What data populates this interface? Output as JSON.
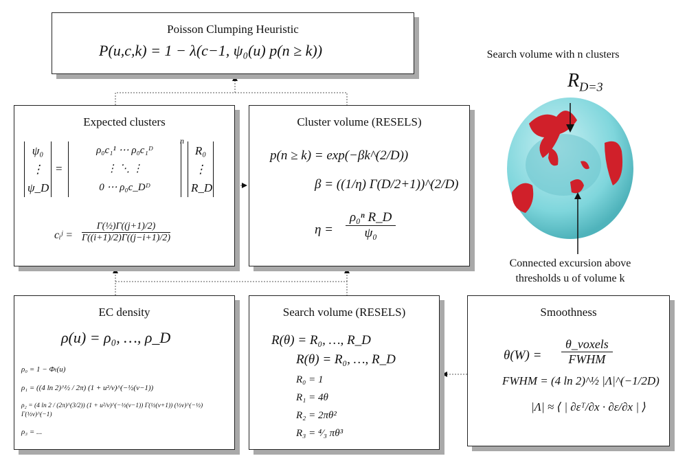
{
  "top_box": {
    "title": "Poisson Clumping Heuristic",
    "formula": "P(u,c,k) = 1 − λ(c−1, ψ₀(u) p(n ≥ k))"
  },
  "expected_clusters": {
    "title": "Expected clusters",
    "matrix_lhs": [
      "ψ₀",
      "⋮",
      "ψ_D"
    ],
    "matrix_mid": [
      "ρ₀c₁¹   ⋯   ρ₀c₁ᴰ",
      "⋮        ⋱       ⋮",
      "0        ⋯   ρ₀c_Dᴰ"
    ],
    "matrix_exp": "n",
    "matrix_rhs": [
      "R₀",
      "⋮",
      "R_D"
    ],
    "coef_lhs": "cᵢʲ =",
    "coef_num": "Γ(½)Γ((j+1)/2)",
    "coef_den": "Γ((i+1)/2)Γ((j−i+1)/2)"
  },
  "cluster_volume": {
    "title": "Cluster volume (RESELS)",
    "f1": "p(n ≥ k) = exp(−βk^(2/D))",
    "f2": "β = ((1/η) Γ(D/2+1))^(2/D)",
    "f3_lhs": "η =",
    "f3_num": "ρ₀ⁿ R_D",
    "f3_den": "ψ₀"
  },
  "ec_density": {
    "title": "EC density",
    "main": "ρ(u) = ρ₀, …, ρ_D",
    "rows": [
      "ρ₀ = 1 − Φₜ(u)",
      "ρ₁ = ((4 ln 2)^½ / 2π) (1 + u²/ν)^(−½(ν−1))",
      "ρ₂ = (4 ln 2 / (2π)^(3/2)) (1 + u²/ν)^(−½(ν−1)) Γ(½(ν+1)) (½ν)^(−½) Γ(½ν)^(−1)",
      "ρ₃ = ..."
    ]
  },
  "search_volume": {
    "title": "Search volume (RESELS)",
    "main1": "R(θ) = R₀, …, R_D",
    "main2": "R(θ) = R₀, …, R_D",
    "rows": [
      "R₀ = 1",
      "R₁ = 4θ",
      "R₂ = 2πθ²",
      "R₃ = ⁴⁄₃ πθ³"
    ]
  },
  "smoothness": {
    "title": "Smoothness",
    "f1_lhs": "θ(W) =",
    "f1_num": "θ_voxels",
    "f1_den": "FWHM",
    "f2": "FWHM = (4 ln 2)^½ |Λ|^(−1/2D)",
    "f3": "|Λ| ≈ ⟨ | ∂εᵀ/∂x · ∂ε/∂x | ⟩"
  },
  "illustration": {
    "top_label": "Search volume with n clusters",
    "r_label": "R",
    "r_sub": "D=3",
    "bottom_label_1": "Connected excursion above",
    "bottom_label_2": "thresholds u of volume k",
    "volume_color": "#7fd6dc",
    "cluster_color": "#d0202a"
  }
}
